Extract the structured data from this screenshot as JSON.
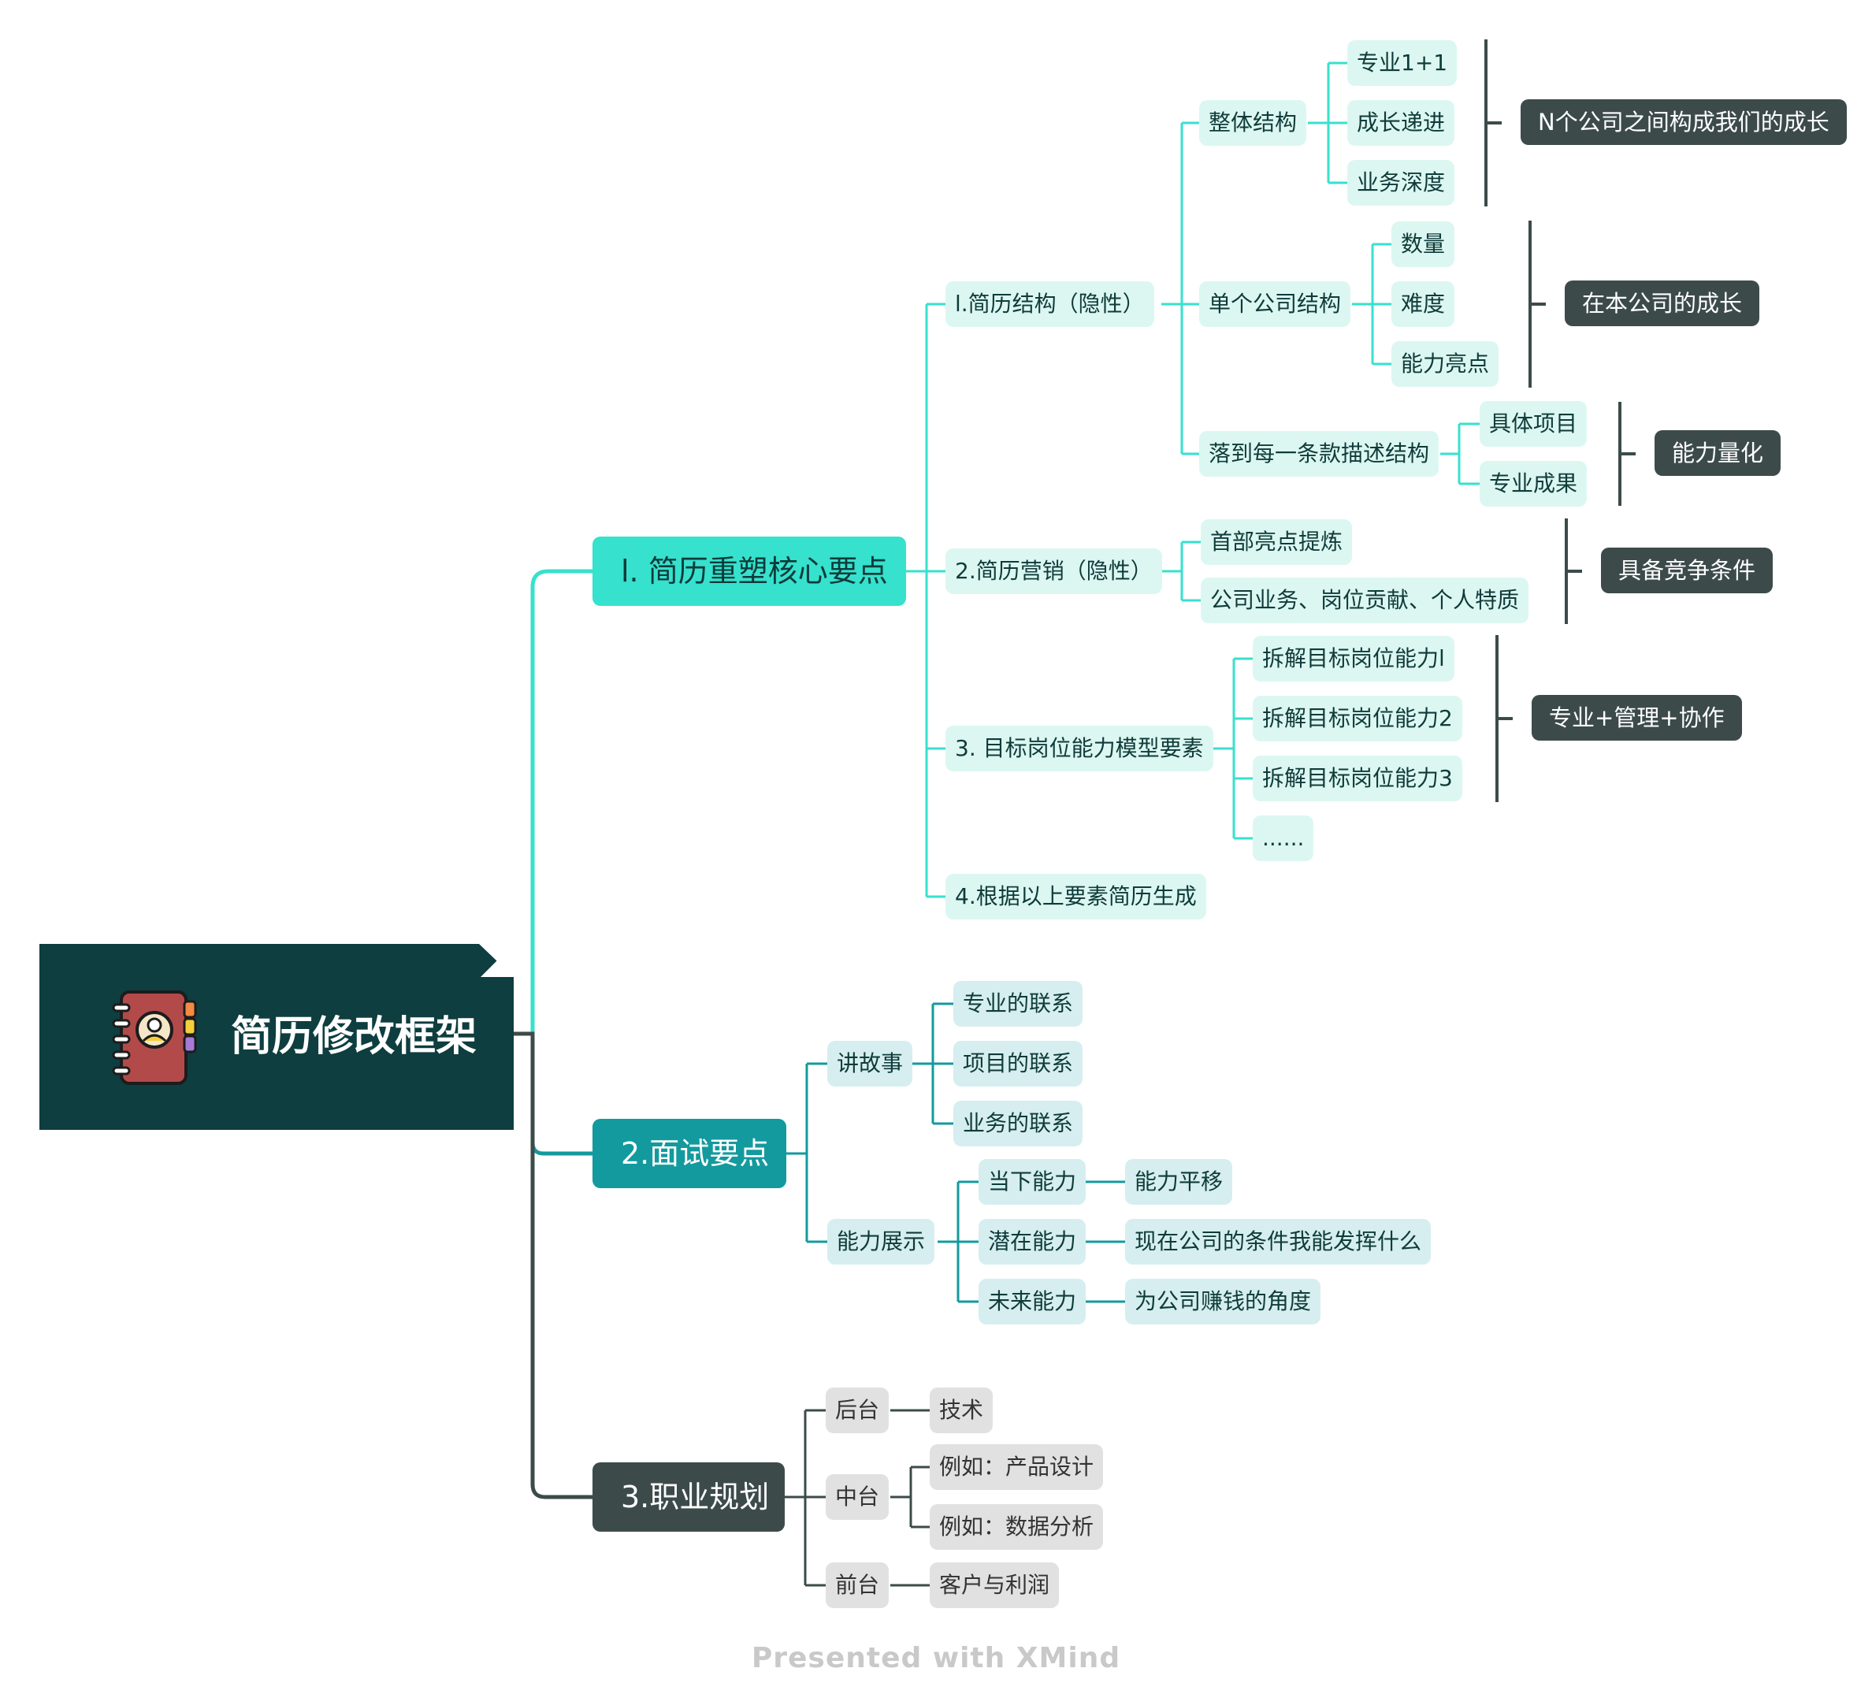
{
  "root": {
    "title": "简历修改框架",
    "icon": "address-book-icon"
  },
  "branch1": {
    "label": "l. 简历重塑核心要点",
    "sub1": {
      "label": "l.简历结构（隐性）",
      "overall": {
        "label": "整体结构",
        "items": [
          "专业1+1",
          "成长递进",
          "业务深度"
        ],
        "summary": "N个公司之间构成我们的成长"
      },
      "single": {
        "label": "单个公司结构",
        "items": [
          "数量",
          "难度",
          "能力亮点"
        ],
        "summary": "在本公司的成长"
      },
      "each": {
        "label": "落到每一条款描述结构",
        "items": [
          "具体项目",
          "专业成果"
        ],
        "summary": "能力量化"
      }
    },
    "sub2": {
      "label": "2.简历营销（隐性）",
      "items": [
        "首部亮点提炼",
        "公司业务、岗位贡献、个人特质"
      ],
      "summary": "具备竞争条件"
    },
    "sub3": {
      "label": "3. 目标岗位能力模型要素",
      "items": [
        "拆解目标岗位能力l",
        "拆解目标岗位能力2",
        "拆解目标岗位能力3",
        "......"
      ],
      "summary": "专业+管理+协作"
    },
    "sub4": {
      "label": "4.根据以上要素简历生成"
    }
  },
  "branch2": {
    "label": "2.面试要点",
    "story": {
      "label": "讲故事",
      "items": [
        "专业的联系",
        "项目的联系",
        "业务的联系"
      ]
    },
    "ability": {
      "label": "能力展示",
      "items": [
        {
          "label": "当下能力",
          "child": "能力平移"
        },
        {
          "label": "潜在能力",
          "child": "现在公司的条件我能发挥什么"
        },
        {
          "label": "未来能力",
          "child": "为公司赚钱的角度"
        }
      ]
    }
  },
  "branch3": {
    "label": "3.职业规划",
    "back": {
      "label": "后台",
      "child": "技术"
    },
    "middle": {
      "label": "中台",
      "children": [
        "例如：产品设计",
        "例如：数据分析"
      ]
    },
    "front": {
      "label": "前台",
      "child": "客户与利润"
    }
  },
  "watermark": "Presented with XMind",
  "colors": {
    "root": "#0e3e3f",
    "branch1": "#36e1cd",
    "branch2": "#139a9e",
    "branch3": "#3c4b4a",
    "summary": "#3c4b4a",
    "light": "#dcf7f1"
  }
}
